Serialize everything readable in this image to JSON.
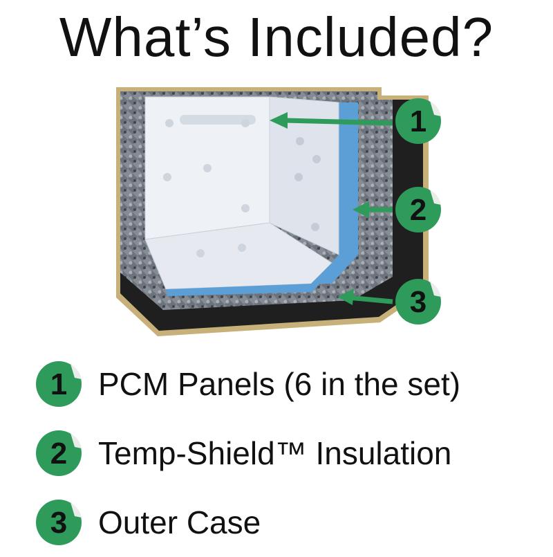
{
  "title": "What’s Included?",
  "colors": {
    "badge_green": "#2e9b5b",
    "arrow_green": "#2e9b5b",
    "pcm_white": "#eef1f6",
    "pcm_edge_blue": "#5b9fd6",
    "insulation": "#7a7f88",
    "outer_case": "#1f1f1f",
    "case_trim": "#c8b07a"
  },
  "callouts": [
    {
      "number": "1",
      "icon": "numbered-badge-icon"
    },
    {
      "number": "2",
      "icon": "numbered-badge-icon"
    },
    {
      "number": "3",
      "icon": "numbered-badge-icon"
    }
  ],
  "legend": [
    {
      "number": "1",
      "label": "PCM Panels (6 in the set)"
    },
    {
      "number": "2",
      "label": "Temp-Shield™ Insulation"
    },
    {
      "number": "3",
      "label": "Outer Case"
    }
  ]
}
